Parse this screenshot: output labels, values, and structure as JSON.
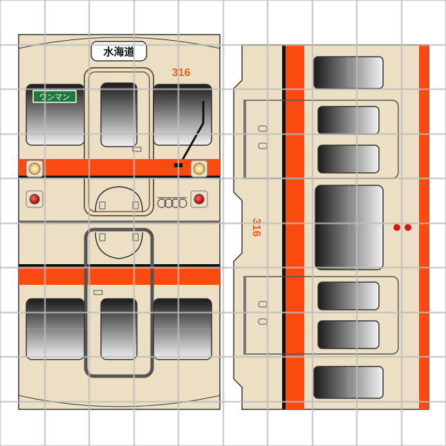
{
  "destination_sign": "水海道",
  "oneman_sign": "ワンマン",
  "car_number_front": "316",
  "car_number_side": "316",
  "colors": {
    "body_cream": "#ecdfc4",
    "stripe_orange": "#fb4a10",
    "outline": "#333333",
    "grid": "#cfcfcf",
    "sign_green": "#1e7a3c",
    "headlight": "#f4d470",
    "taillight": "#d81818"
  }
}
